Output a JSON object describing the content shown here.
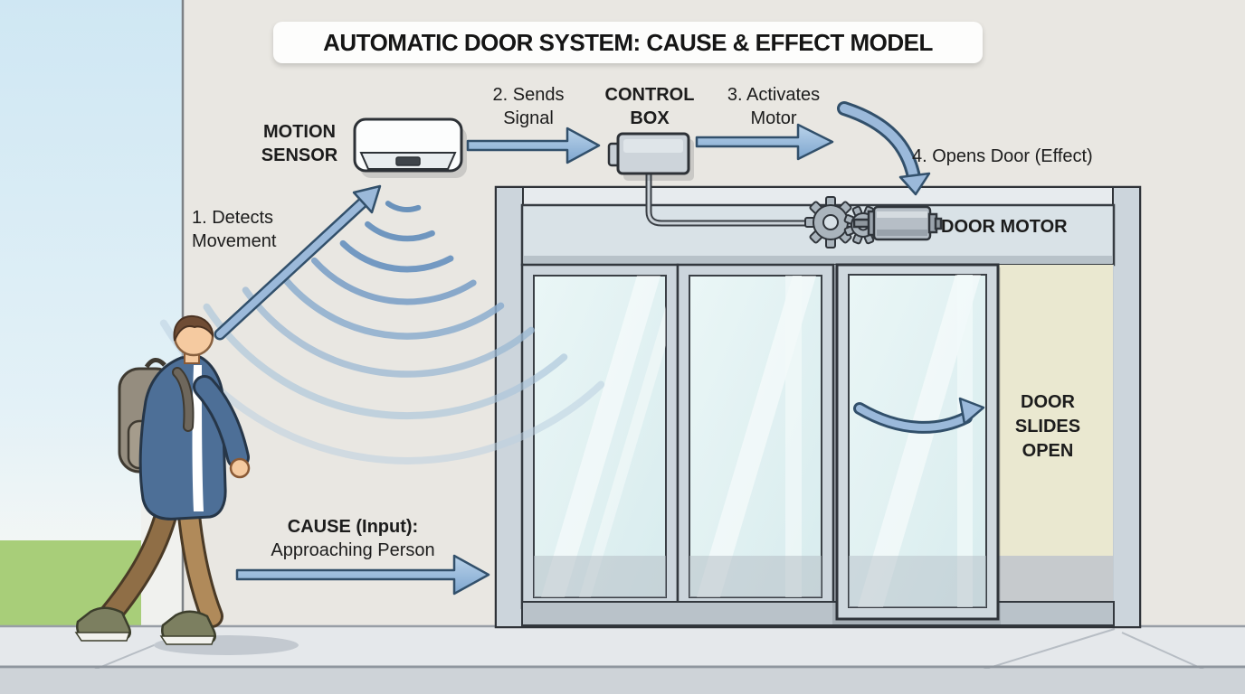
{
  "title": "AUTOMATIC DOOR SYSTEM: CAUSE & EFFECT MODEL",
  "labels": {
    "motion_sensor": "MOTION\nSENSOR",
    "step1_detects": "1. Detects\nMovement",
    "step2_sends": "2. Sends\nSignal",
    "control_box": "CONTROL\nBOX",
    "step3_activates": "3. Activates\nMotor",
    "step4_opens": "4. Opens Door (Effect)",
    "door_motor": "DOOR MOTOR",
    "cause_line1": "CAUSE (Input):",
    "cause_line2": "Approaching Person",
    "door_slides": "DOOR\nSLIDES\nOPEN"
  },
  "icons": {
    "motion-sensor-icon": "white wall-mounted sensor box",
    "control-box-icon": "gray control unit box",
    "gear-icon": "two meshed gears",
    "motor-icon": "cylindrical door motor",
    "signal-wave-icon": "concentric detection arcs",
    "arrow-icon": "blue process arrow",
    "person-walking-icon": "man with backpack walking right"
  },
  "palette": {
    "wall": "#e9e7e2",
    "sky": "#d4eaf4",
    "grass": "#a8ce79",
    "sidewalk": "#e5e8eb",
    "curb": "#cdd2d7",
    "arrow_fill": "#9bb9da",
    "arrow_outline": "#32506b",
    "wave_blue": "#7399c2",
    "door_frame": "#ccd5dc",
    "glass": "#e2f1f2",
    "doorway_open": "#eae8d0",
    "jacket_blue": "#4d6f97",
    "pants_tan": "#b08a5a",
    "banner_bg": "#fdfdfc",
    "text": "#1c1c1c"
  }
}
